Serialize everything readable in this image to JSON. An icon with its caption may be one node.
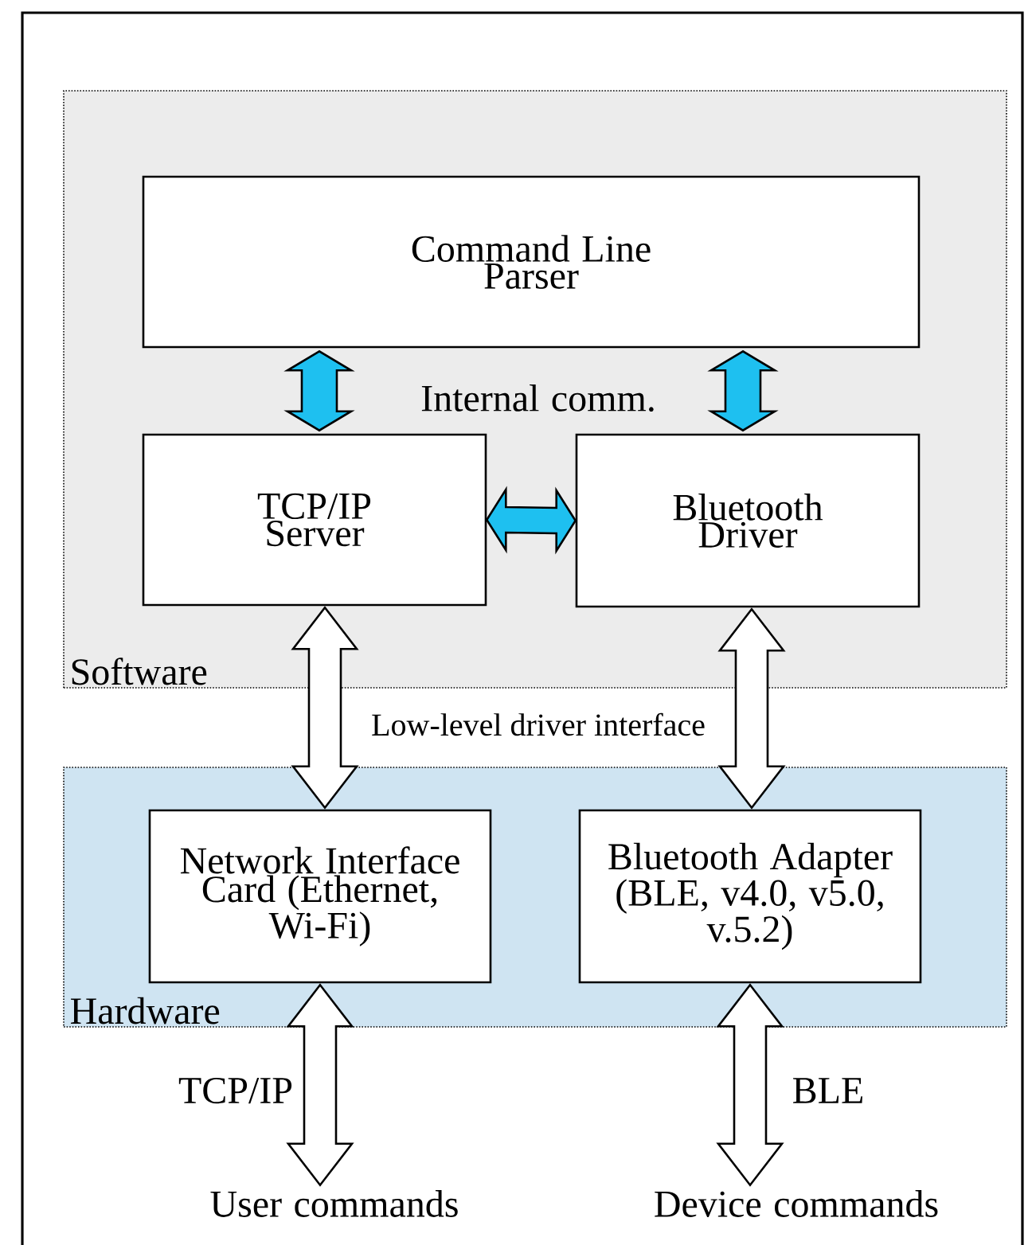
{
  "diagram": {
    "nodes": [
      {
        "text": [
          "Software"
        ]
      },
      {
        "text": [
          "Command Line Parser"
        ],
        "in": 0
      },
      {
        "text": [
          "TCP/IP Server"
        ],
        "in": 0
      },
      {
        "text": [
          "Bluetooth Driver"
        ],
        "in": 0
      },
      {
        "text": [
          "Hardware"
        ]
      },
      {
        "text": [
          "Network Interface Card (Ethernet, Wi-Fi)"
        ],
        "in": 4
      },
      {
        "text": [
          "Bluetooth Adapter (BLE, v4.0, v5.0, v.5.2)"
        ],
        "in": 4
      },
      {
        "text": [
          "User commands"
        ]
      },
      {
        "text": [
          "Device commands"
        ]
      }
    ],
    "edges": [
      {
        "from": 1,
        "to": 2,
        "arrow": "both",
        "color": "#1ec0f0"
      },
      {
        "from": 1,
        "to": 3,
        "arrow": "both",
        "color": "#1ec0f0"
      },
      {
        "from": 2,
        "to": 3,
        "arrow": "both",
        "color": "#1ec0f0"
      },
      {
        "from": 2,
        "to": 5,
        "arrow": "both"
      },
      {
        "from": 3,
        "to": 6,
        "arrow": "both"
      },
      {
        "from": 5,
        "to": 7,
        "arrow": "both",
        "label": "TCP/IP"
      },
      {
        "from": 6,
        "to": 8,
        "arrow": "both",
        "label": "BLE"
      }
    ],
    "labels": [
      "Internal comm.",
      "Low-level driver interface"
    ]
  }
}
